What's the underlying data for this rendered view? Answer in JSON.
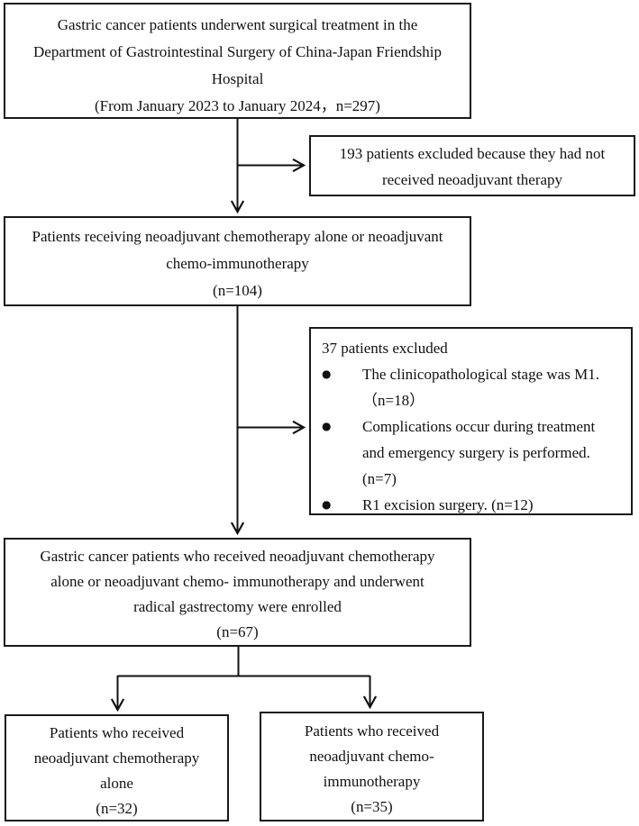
{
  "colors": {
    "line": "#111111",
    "border": "#1a1a1a",
    "bg": "#ffffff",
    "text": "#111111"
  },
  "flowchart": {
    "box_source": {
      "text": "Gastric cancer patients underwent surgical treatment in the\nDepartment of Gastrointestinal Surgery of China-Japan Friendship\nHospital\n(From January 2023 to January 2024，n=297)"
    },
    "excl_no_neoadjuvant": {
      "text": "193 patients excluded because they had not\nreceived neoadjuvant therapy"
    },
    "box_neoadjuvant": {
      "text": "Patients receiving neoadjuvant chemotherapy alone or neoadjuvant\nchemo-immunotherapy\n(n=104)"
    },
    "excl_37": {
      "title": "37 patients excluded",
      "bullet_glyph": "●",
      "bullets": [
        "The clinicopathological stage was M1.\n（n=18）",
        "Complications occur during treatment\nand emergency surgery is performed.\n(n=7)",
        "R1 excision surgery. (n=12)"
      ]
    },
    "box_enrolled": {
      "text": "Gastric cancer patients who received neoadjuvant chemotherapy\nalone or neoadjuvant chemo- immunotherapy and underwent\nradical gastrectomy were enrolled\n(n=67)"
    },
    "box_chemo_alone": {
      "text": "Patients who received\nneoadjuvant chemotherapy\nalone\n(n=32)"
    },
    "box_chemo_immuno": {
      "text": "Patients who received\nneoadjuvant chemo-\nimmunotherapy\n(n=35)"
    }
  }
}
